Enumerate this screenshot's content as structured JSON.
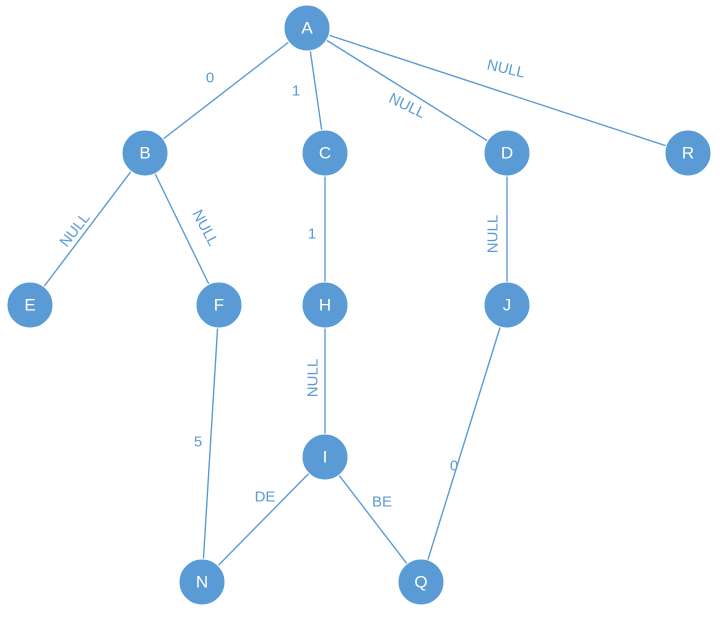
{
  "colors": {
    "node_fill": "#5b9bd5",
    "node_text": "#ffffff",
    "edge": "#5b9bd5",
    "edge_label": "#5b9bd5",
    "background": "#ffffff"
  },
  "nodes": [
    {
      "id": "A",
      "label": "A"
    },
    {
      "id": "B",
      "label": "B"
    },
    {
      "id": "C",
      "label": "C"
    },
    {
      "id": "D",
      "label": "D"
    },
    {
      "id": "R",
      "label": "R"
    },
    {
      "id": "E",
      "label": "E"
    },
    {
      "id": "F",
      "label": "F"
    },
    {
      "id": "H",
      "label": "H"
    },
    {
      "id": "J",
      "label": "J"
    },
    {
      "id": "I",
      "label": "I"
    },
    {
      "id": "N",
      "label": "N"
    },
    {
      "id": "Q",
      "label": "Q"
    }
  ],
  "edges": [
    {
      "from": "A",
      "to": "B",
      "label": "0"
    },
    {
      "from": "A",
      "to": "C",
      "label": "1"
    },
    {
      "from": "A",
      "to": "D",
      "label": "NULL"
    },
    {
      "from": "A",
      "to": "R",
      "label": "NULL"
    },
    {
      "from": "B",
      "to": "E",
      "label": "NULL"
    },
    {
      "from": "B",
      "to": "F",
      "label": "NULL"
    },
    {
      "from": "C",
      "to": "H",
      "label": "1"
    },
    {
      "from": "D",
      "to": "J",
      "label": "NULL"
    },
    {
      "from": "F",
      "to": "N",
      "label": "5"
    },
    {
      "from": "H",
      "to": "I",
      "label": "NULL"
    },
    {
      "from": "I",
      "to": "N",
      "label": "DE"
    },
    {
      "from": "I",
      "to": "Q",
      "label": "BE"
    },
    {
      "from": "J",
      "to": "Q",
      "label": "0"
    }
  ]
}
